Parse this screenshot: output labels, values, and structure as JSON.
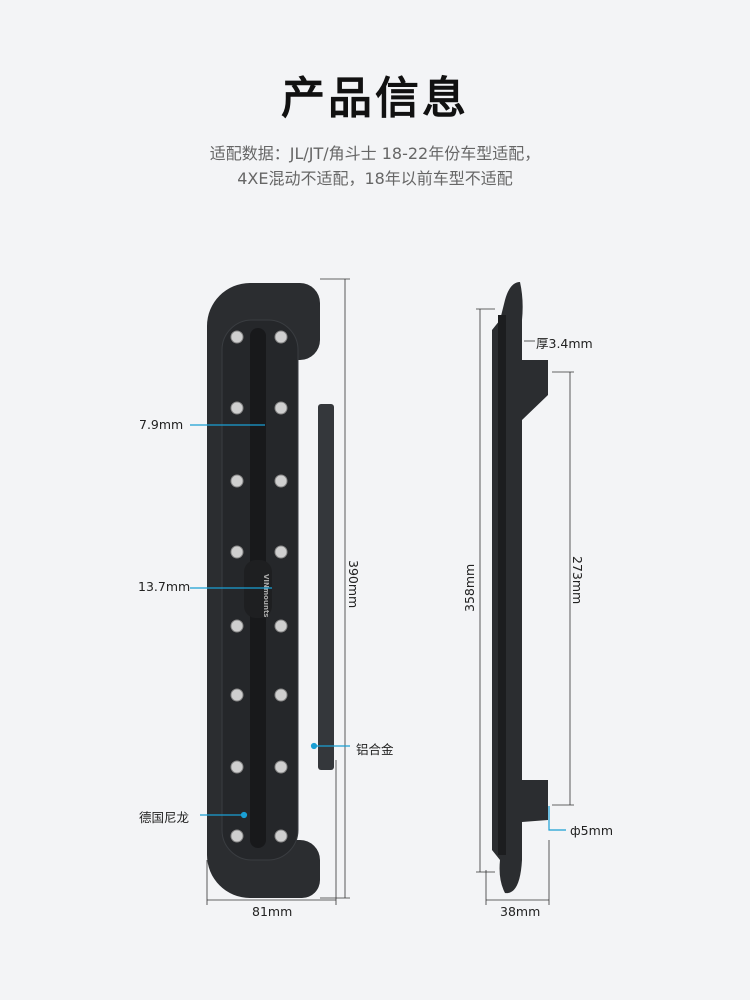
{
  "header": {
    "title": "产品信息",
    "line1": "适配数据：JL/JT/角斗士 18-22年份车型适配，",
    "line2": "4XE混动不适配，18年以前车型不适配"
  },
  "front_view": {
    "logo": "VINmounts",
    "slot_width": "7.9mm",
    "center_width": "13.7mm",
    "length": "390mm",
    "width": "81mm",
    "material_flange": "铝合金",
    "material_body": "德国尼龙"
  },
  "side_view": {
    "thickness": "厚3.4mm",
    "length_outer": "358mm",
    "hole_spacing": "273mm",
    "hole_diameter": "ф5mm",
    "depth": "38mm"
  },
  "colors": {
    "accent": "#1a9fd4",
    "plate": "#2b2d30"
  }
}
